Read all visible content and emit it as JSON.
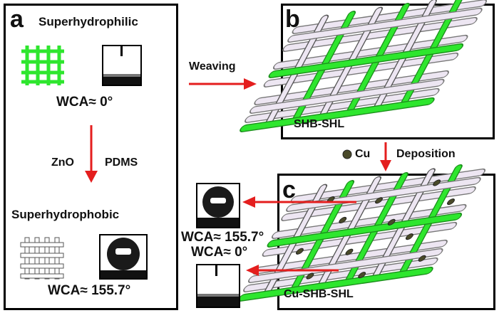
{
  "panel_a": {
    "letter": "a",
    "top_title": "Superhydrophilic",
    "top_wca": "WCA≈ 0°",
    "treat_left": "ZnO",
    "treat_right": "PDMS",
    "bottom_title": "Superhydrophobic",
    "bottom_wca": "WCA≈ 155.7°"
  },
  "weaving_label": "Weaving",
  "panel_b": {
    "letter": "b",
    "label": "SHB-SHL"
  },
  "deposition": {
    "cu_label": "Cu",
    "label": "Deposition"
  },
  "panel_c": {
    "letter": "c",
    "label": "Cu-SHB-SHL"
  },
  "outside": {
    "wca_high": "WCA≈ 155.7°",
    "wca_low": "WCA≈ 0°"
  },
  "colors": {
    "green": "#2ee62e",
    "arrow_red": "#e41e1e",
    "fiber": "#ede6f2",
    "cu": "#4a4a2a"
  }
}
